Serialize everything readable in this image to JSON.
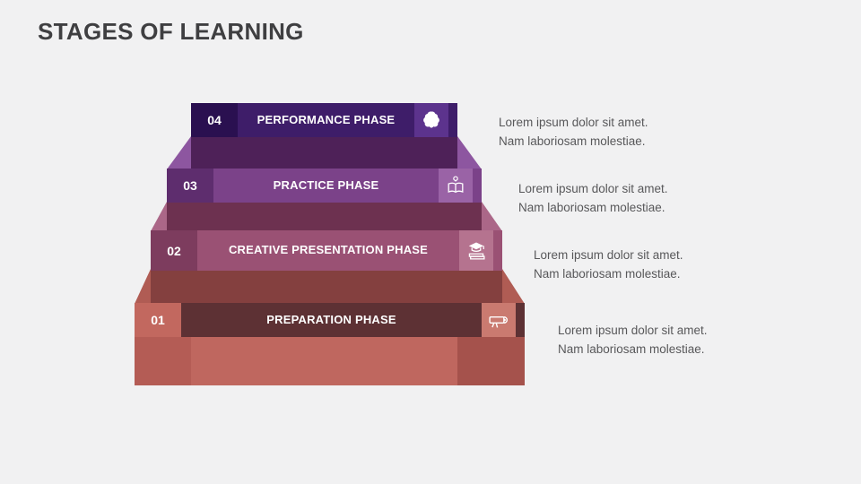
{
  "slide": {
    "title": "STAGES OF LEARNING",
    "background": "#f1f1f2",
    "title_color": "#3f3f41",
    "description_text_color": "#58585a"
  },
  "stages": [
    {
      "number": "04",
      "label": "PERFORMANCE PHASE",
      "icon": "brain-icon",
      "desc": [
        "Lorem ipsum dolor sit amet.",
        "Nam laboriosam molestiae."
      ],
      "colors": {
        "band": "#3e1d69",
        "number_box": "#2a1050",
        "icon_box": "#5c338d"
      }
    },
    {
      "number": "03",
      "label": "PRACTICE PHASE",
      "icon": "open-book-lightbulb-icon",
      "desc": [
        "Lorem ipsum dolor sit amet.",
        "Nam laboriosam molestiae."
      ],
      "colors": {
        "band": "#7b4289",
        "number_box": "#5e2d6e",
        "icon_box": "#9a63a6",
        "wing": "#8d56a0",
        "riser": "#4e2158"
      }
    },
    {
      "number": "02",
      "label": "CREATIVE PRESENTATION PHASE",
      "icon": "graduation-cap-books-icon",
      "desc": [
        "Lorem ipsum dolor sit amet.",
        "Nam laboriosam molestiae."
      ],
      "colors": {
        "band": "#9a5174",
        "number_box": "#7d3c5e",
        "icon_box": "#b5738f",
        "wing": "#ab6788",
        "riser": "#6d3150"
      }
    },
    {
      "number": "01",
      "label": "PREPARATION PHASE",
      "icon": "diploma-scroll-icon",
      "desc": [
        "Lorem ipsum dolor sit amet.",
        "Nam laboriosam molestiae."
      ],
      "colors": {
        "band": "#5d3134",
        "number_box": "#c2685f",
        "icon_box": "#ca7a70",
        "wing": "#b05c54",
        "riser": "#84403f",
        "base": "#bf675f",
        "base_left": "#b45c55",
        "base_right": "#a5524c"
      }
    }
  ]
}
